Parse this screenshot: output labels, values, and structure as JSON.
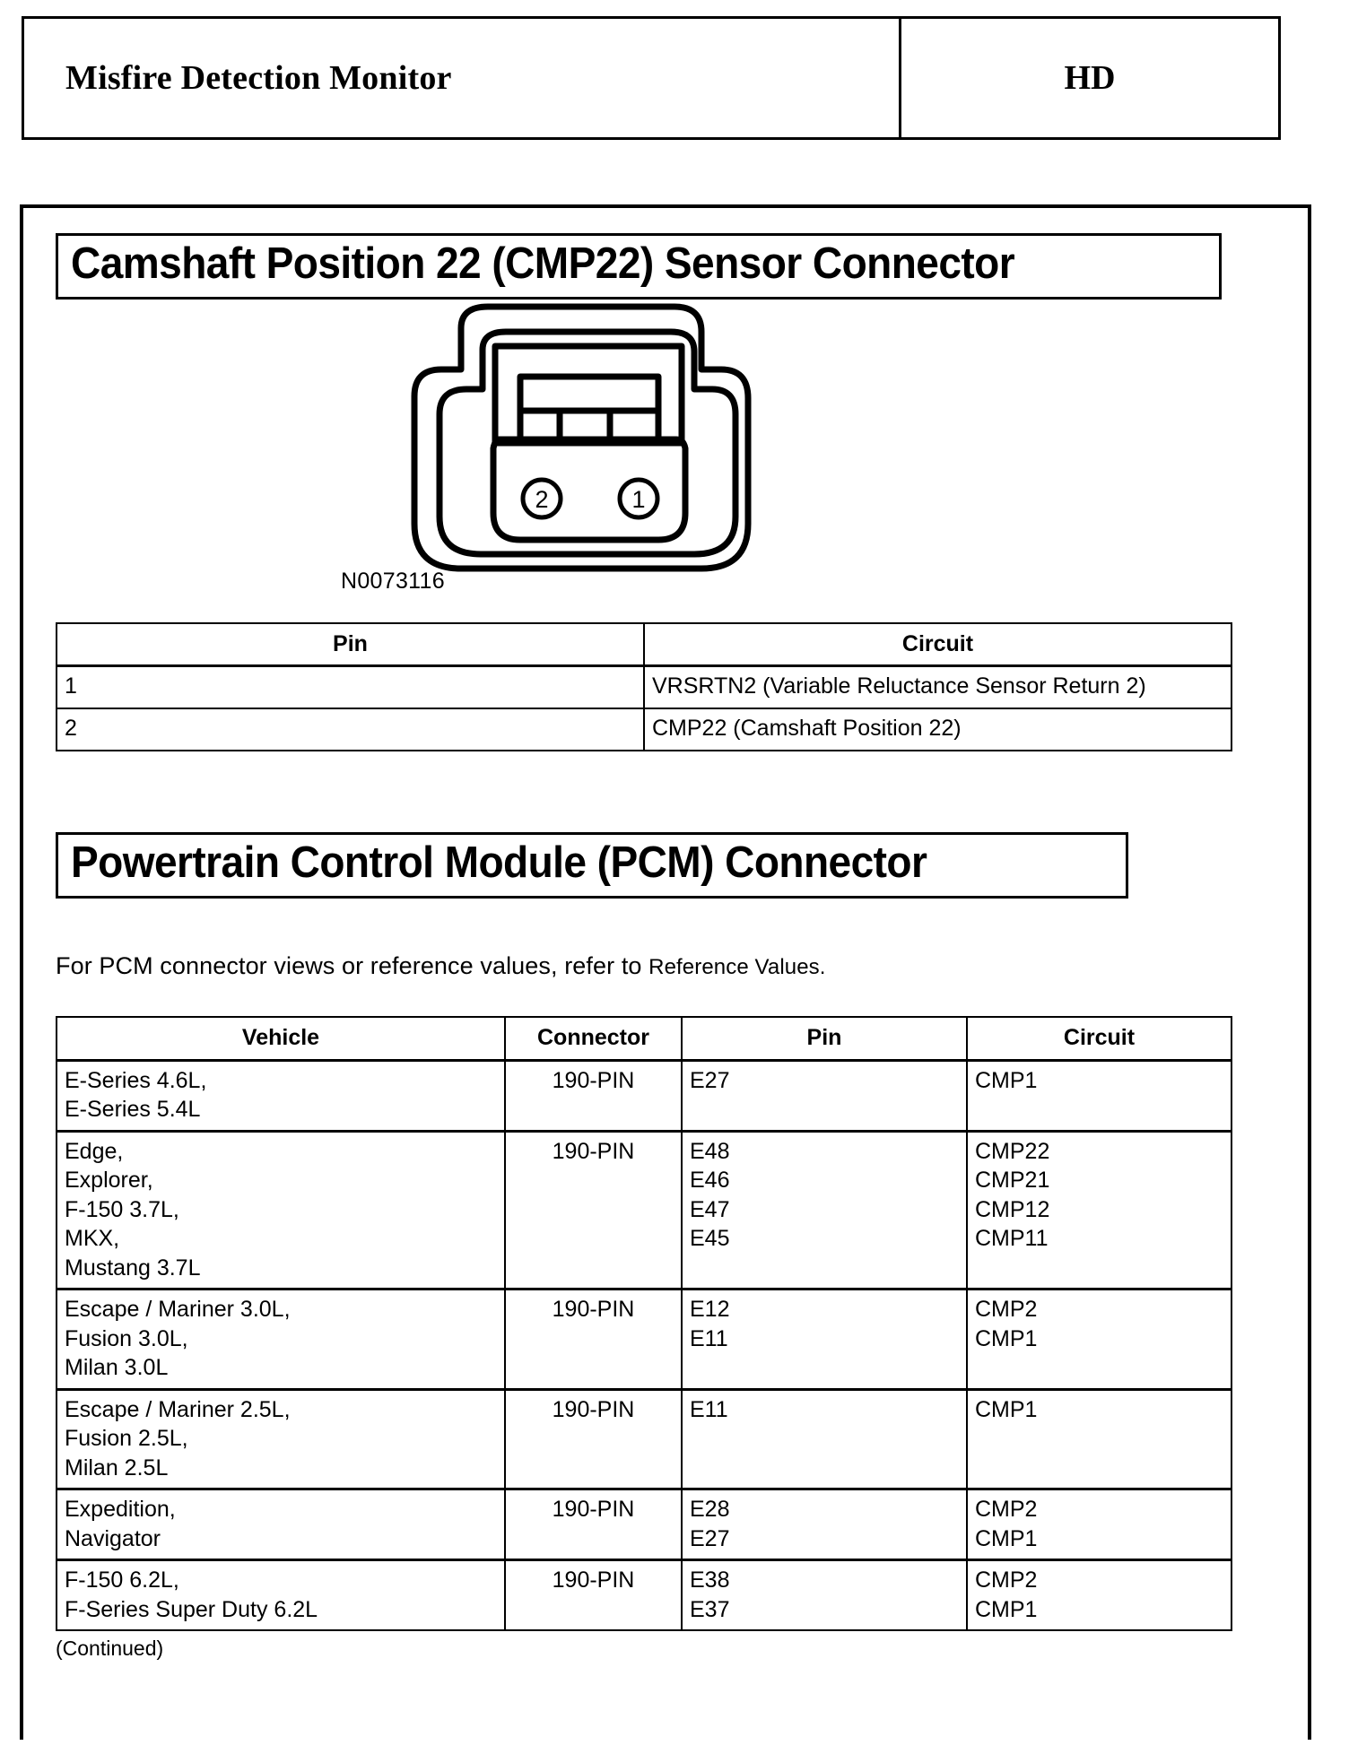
{
  "page_header": {
    "title": "Misfire Detection Monitor",
    "code": "HD"
  },
  "sections": {
    "cmp": {
      "heading": "Camshaft Position 22 (CMP22) Sensor Connector",
      "drawing": {
        "part_number": "N0073116",
        "pin_labels": [
          "2",
          "1"
        ]
      },
      "table": {
        "headers": [
          "Pin",
          "Circuit"
        ],
        "rows": [
          {
            "pin": "1",
            "circuit": "VRSRTN2 (Variable Reluctance Sensor Return 2)"
          },
          {
            "pin": "2",
            "circuit": "CMP22 (Camshaft Position 22)"
          }
        ]
      }
    },
    "pcm": {
      "heading": "Powertrain Control Module (PCM) Connector",
      "note_lead": "For PCM connector views or reference values, refer to ",
      "note_ref": "Reference Values.",
      "table": {
        "headers": [
          "Vehicle",
          "Connector",
          "Pin",
          "Circuit"
        ],
        "rows": [
          {
            "vehicle": [
              "E-Series 4.6L,",
              "E-Series 5.4L"
            ],
            "connector": "190-PIN",
            "pin": [
              "E27"
            ],
            "circuit": [
              "CMP1"
            ]
          },
          {
            "vehicle": [
              "Edge,",
              "Explorer,",
              "F-150 3.7L,",
              "MKX,",
              "Mustang 3.7L"
            ],
            "connector": "190-PIN",
            "pin": [
              "E48",
              "E46",
              "E47",
              "E45"
            ],
            "circuit": [
              "CMP22",
              "CMP21",
              "CMP12",
              "CMP11"
            ]
          },
          {
            "vehicle": [
              "Escape / Mariner 3.0L,",
              "Fusion 3.0L,",
              "Milan 3.0L"
            ],
            "connector": "190-PIN",
            "pin": [
              "E12",
              "E11"
            ],
            "circuit": [
              "CMP2",
              "CMP1"
            ]
          },
          {
            "vehicle": [
              "Escape / Mariner 2.5L,",
              "Fusion 2.5L,",
              "Milan 2.5L"
            ],
            "connector": "190-PIN",
            "pin": [
              "E11"
            ],
            "circuit": [
              "CMP1"
            ]
          },
          {
            "vehicle": [
              "Expedition,",
              "Navigator"
            ],
            "connector": "190-PIN",
            "pin": [
              "E28",
              "E27"
            ],
            "circuit": [
              "CMP2",
              "CMP1"
            ]
          },
          {
            "vehicle": [
              "F-150 6.2L,",
              "F-Series Super Duty 6.2L"
            ],
            "connector": "190-PIN",
            "pin": [
              "E38",
              "E37"
            ],
            "circuit": [
              "CMP2",
              "CMP1"
            ]
          }
        ]
      },
      "continued": "(Continued)"
    }
  }
}
